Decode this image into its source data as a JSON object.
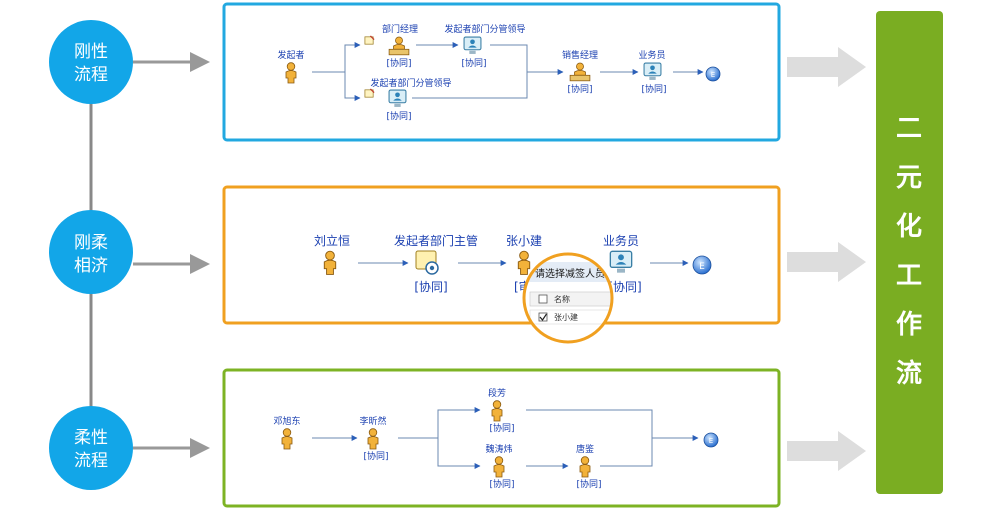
{
  "categories": [
    {
      "line1": "刚性",
      "line2": "流程"
    },
    {
      "line1": "刚柔",
      "line2": "相济"
    },
    {
      "line1": "柔性",
      "line2": "流程"
    }
  ],
  "result": {
    "title": [
      "二",
      "元",
      "化",
      "工",
      "作",
      "流"
    ]
  },
  "rigid": {
    "initiator": "发起者",
    "dept_manager": "部门经理",
    "dept_leader_top": "发起者部门分管领导",
    "dept_leader_bottom": "发起者部门分管领导",
    "sales_manager": "销售经理",
    "salesperson": "业务员",
    "tag": "[协同]",
    "end": "E"
  },
  "mixed": {
    "initiator": "刘立恒",
    "dept_head": "发起者部门主管",
    "approver": "张小建",
    "salesperson": "业务员",
    "tag": "[协同]",
    "tag_partial": "[审",
    "end": "E",
    "popup": {
      "title": "请选择减签人员",
      "column": "名称",
      "item": "张小建"
    }
  },
  "flexible": {
    "initiator": "邓旭东",
    "second": "李昕然",
    "top_branch": "段芳",
    "bottom_branch": "魏涛炜",
    "last": "唐鉴",
    "tag": "[协同]",
    "end": "E"
  },
  "colors": {
    "circle": "#12a6e8",
    "rigid_border": "#22a8e0",
    "mixed_border": "#f0a020",
    "flexible_border": "#7db324",
    "result_bar": "#7aad22",
    "label": "#1a3fb0"
  }
}
